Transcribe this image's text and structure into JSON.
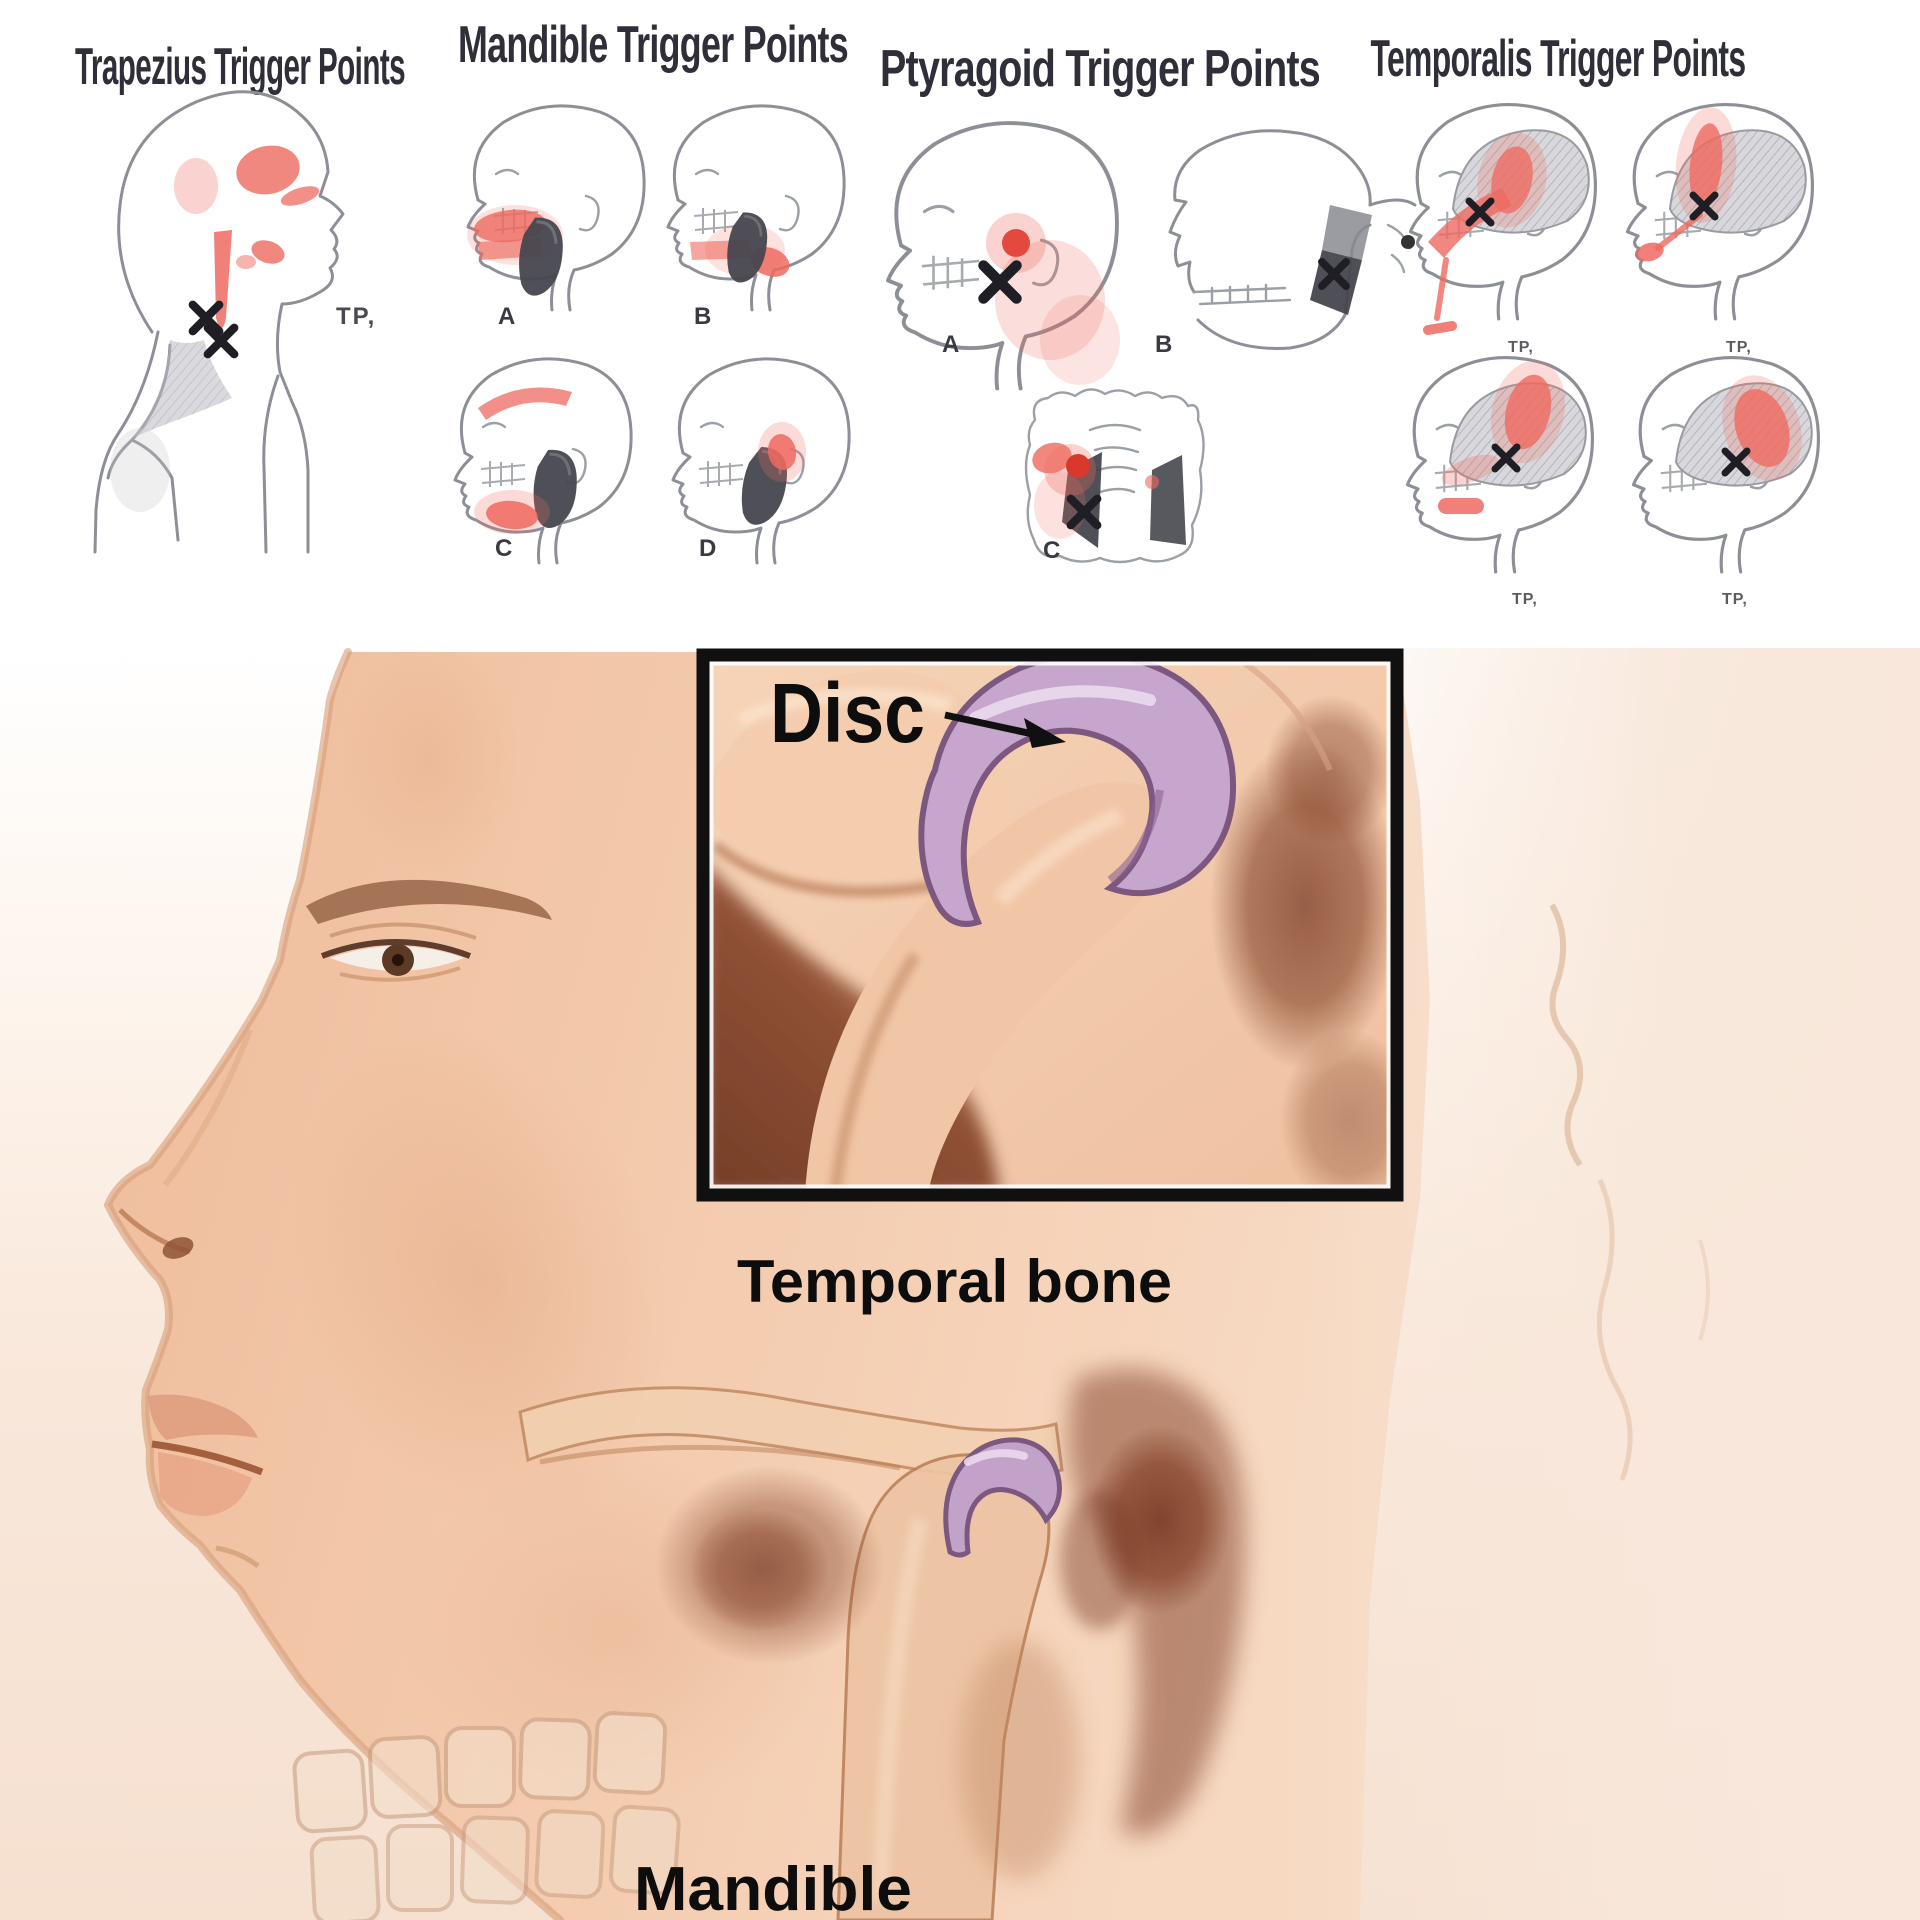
{
  "strip": {
    "panels": [
      {
        "title": "Trapezius Trigger Points",
        "tp_label": "TP,"
      },
      {
        "title": "Mandible Trigger Points",
        "fig_labels": [
          "A",
          "B",
          "C",
          "D"
        ]
      },
      {
        "title": "Ptyragoid Trigger Points",
        "fig_labels": [
          "A",
          "B",
          "C"
        ]
      },
      {
        "title": "Temporalis Trigger Points",
        "tp_labels": [
          "TP,",
          "TP,",
          "TP,",
          "TP,"
        ]
      }
    ]
  },
  "main": {
    "inset": {
      "label": "Disc"
    },
    "labels": {
      "temporal_bone": "Temporal bone",
      "mandible": "Mandible"
    }
  },
  "colors": {
    "trigger_red": "#ee6a60",
    "muscle_dark": "#46464e",
    "muscle_gray": "#8a8a92",
    "line_art": "#8c8f96",
    "disc_purple": "#c6a6cc",
    "disc_outline": "#7c5880",
    "skin": "#f2c6a9",
    "bone": "#f2d0b0",
    "shadow_brown": "#8a4a30",
    "background_pink": "#f8e7da",
    "title_text": "#2f2f3a",
    "label_black": "#0d0d0d"
  }
}
